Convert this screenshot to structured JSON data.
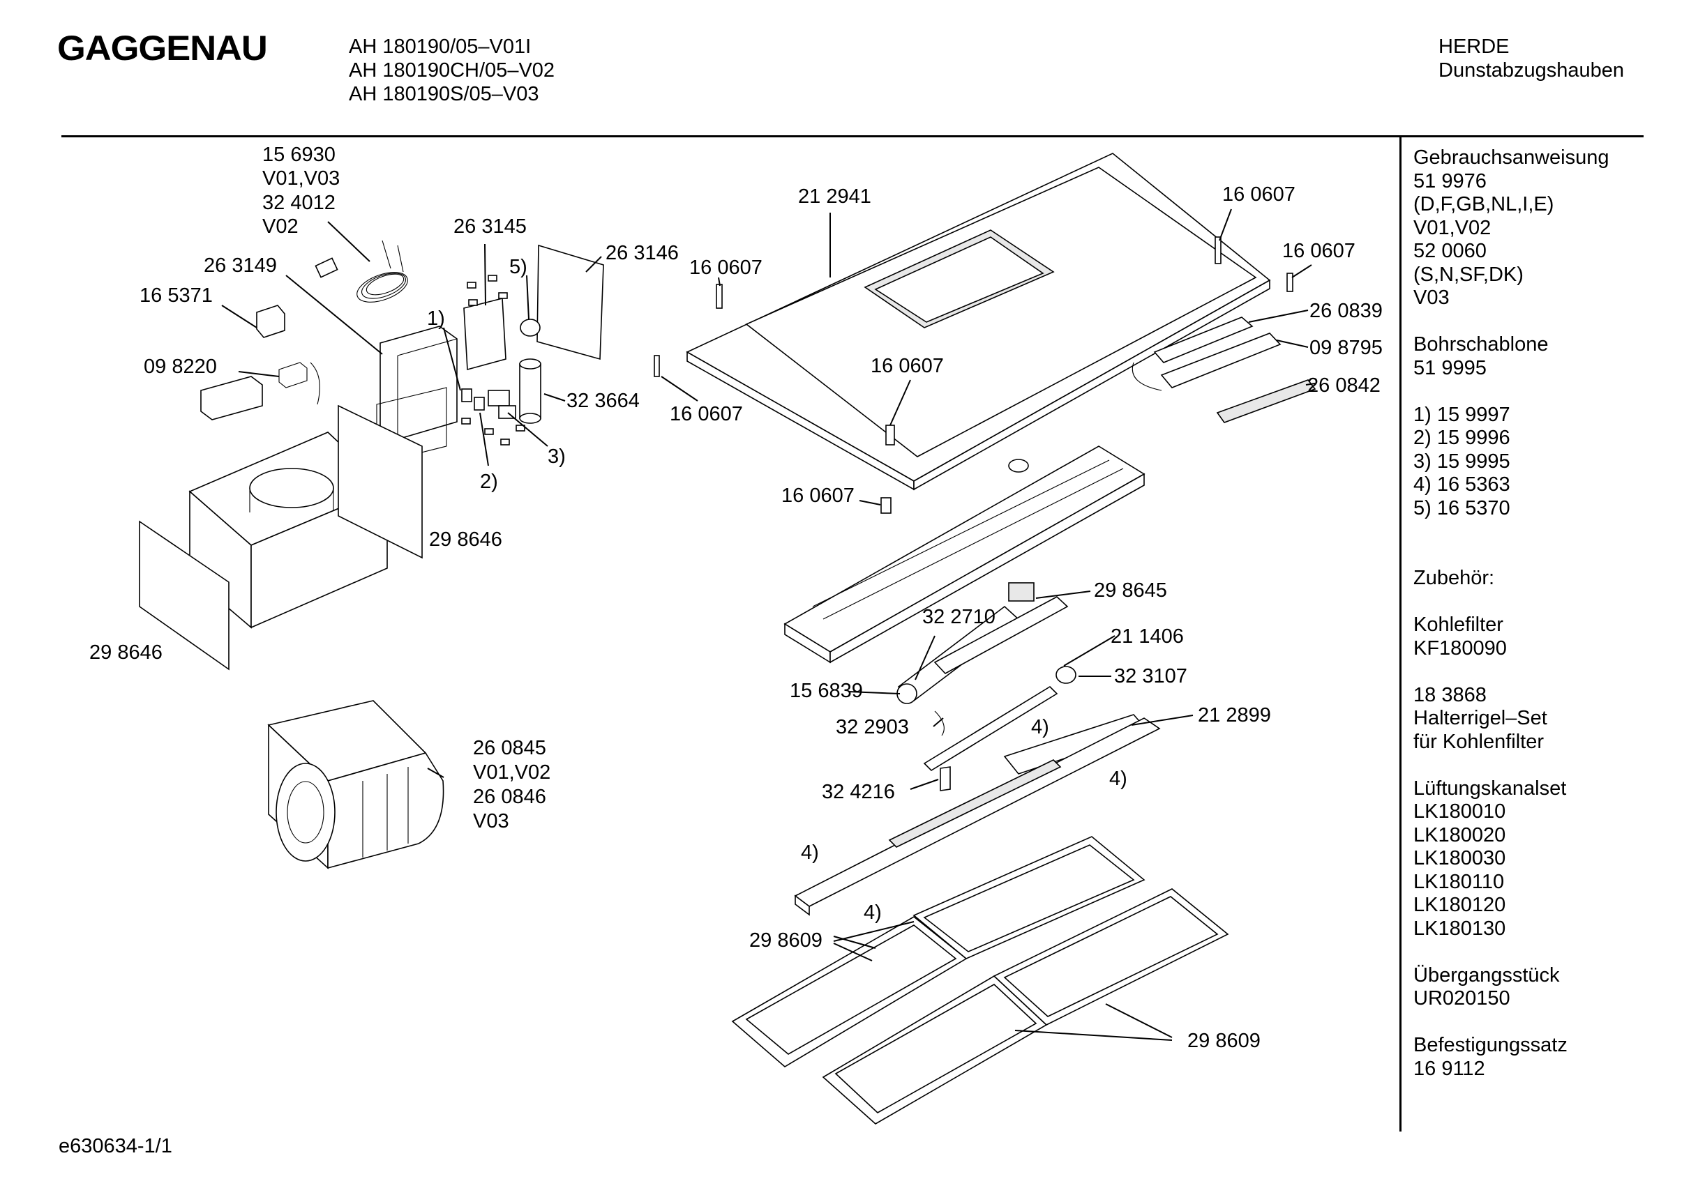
{
  "brand": "GAGGENAU",
  "models": [
    "AH 180190/05–V01I",
    "AH 180190CH/05–V02",
    "AH 180190S/05–V03"
  ],
  "category": [
    "HERDE",
    "Dunstabzugshauben"
  ],
  "footer_code": "e630634-1/1",
  "sidebar": [
    "Gebrauchsanweisung",
    "51 9976",
    "(D,F,GB,NL,I,E)",
    "V01,V02",
    "52 0060",
    "(S,N,SF,DK)",
    "V03",
    "",
    "Bohrschablone",
    "51 9995",
    "",
    "1)  15 9997",
    "2)  15 9996",
    "3)  15 9995",
    "4)  16 5363",
    "5)  16 5370",
    "",
    "",
    "Zubehör:",
    "",
    "Kohlefilter",
    "KF180090",
    "",
    "18 3868",
    "Halterrigel–Set",
    "für Kohlenfilter",
    "",
    "Lüftungskanalset",
    "LK180010",
    "LK180020",
    "LK180030",
    "LK180110",
    "LK180120",
    "LK180130",
    "",
    "Übergangsstück",
    "UR020150",
    "",
    "Befestigungssatz",
    "16 9112"
  ],
  "labels": {
    "l156930": "15 6930",
    "lv0103a": "V01,V03",
    "l324012": "32 4012",
    "lv02a": "V02",
    "l263149": "26 3149",
    "l165371": "16 5371",
    "l098220": "09 8220",
    "l263145": "26 3145",
    "l263146": "26 3146",
    "l5": "5)",
    "l1": "1)",
    "l323664": "32 3664",
    "l3": "3)",
    "l2": "2)",
    "l298646a": "29 8646",
    "l298646b": "29 8646",
    "l260845": "26 0845",
    "lv0102": "V01,V02",
    "l260846": "26 0846",
    "lv03": "V03",
    "l212941": "21 2941",
    "l160607a": "16 0607",
    "l160607b": "16 0607",
    "l160607c": "16 0607",
    "l160607d": "16 0607",
    "l160607e": "16 0607",
    "l160607f": "16 0607",
    "l260839": "26 0839",
    "l098795": "09 8795",
    "l260842": "26 0842",
    "l298645": "29 8645",
    "l322710": "32 2710",
    "l211406": "21 1406",
    "l156839": "15 6839",
    "l323107": "32 3107",
    "l322903": "32 2903",
    "l212899": "21 2899",
    "l4a": "4)",
    "l4b": "4)",
    "l324216": "32 4216",
    "l4c": "4)",
    "l4d": "4)",
    "l298609a": "29 8609",
    "l298609b": "29 8609"
  }
}
